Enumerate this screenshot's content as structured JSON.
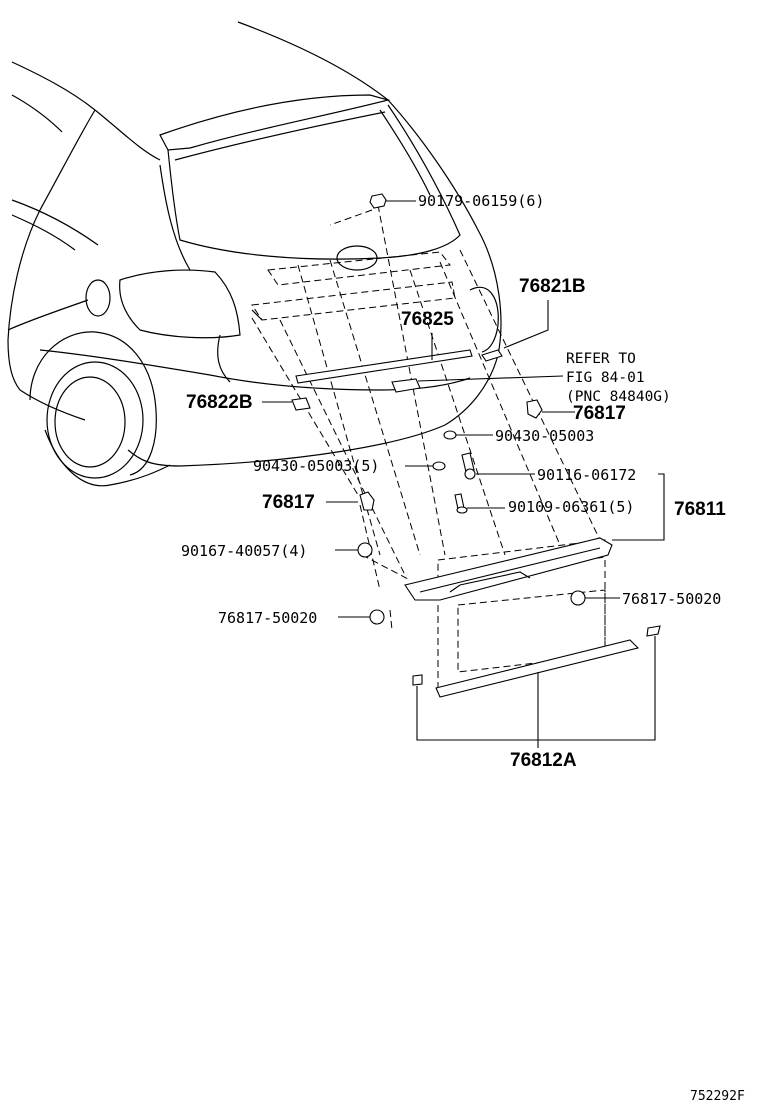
{
  "diagram_id": "752292F",
  "reference_note": {
    "line1": "REFER TO",
    "line2": "FIG 84-01",
    "line3": "(PNC 84840G)"
  },
  "parts": {
    "p_90179": "90179-06159(6)",
    "p_76821b": "76821B",
    "p_76825": "76825",
    "p_76822b": "76822B",
    "p_76817_right": "76817",
    "p_90430_right": "90430-05003",
    "p_90430_left": "90430-05003(5)",
    "p_90116": "90116-06172",
    "p_76817_left": "76817",
    "p_90109": "90109-06361(5)",
    "p_76811": "76811",
    "p_90167": "90167-40057(4)",
    "p_76817_50020_left": "76817-50020",
    "p_76817_50020_right": "76817-50020",
    "p_76812a": "76812A"
  }
}
